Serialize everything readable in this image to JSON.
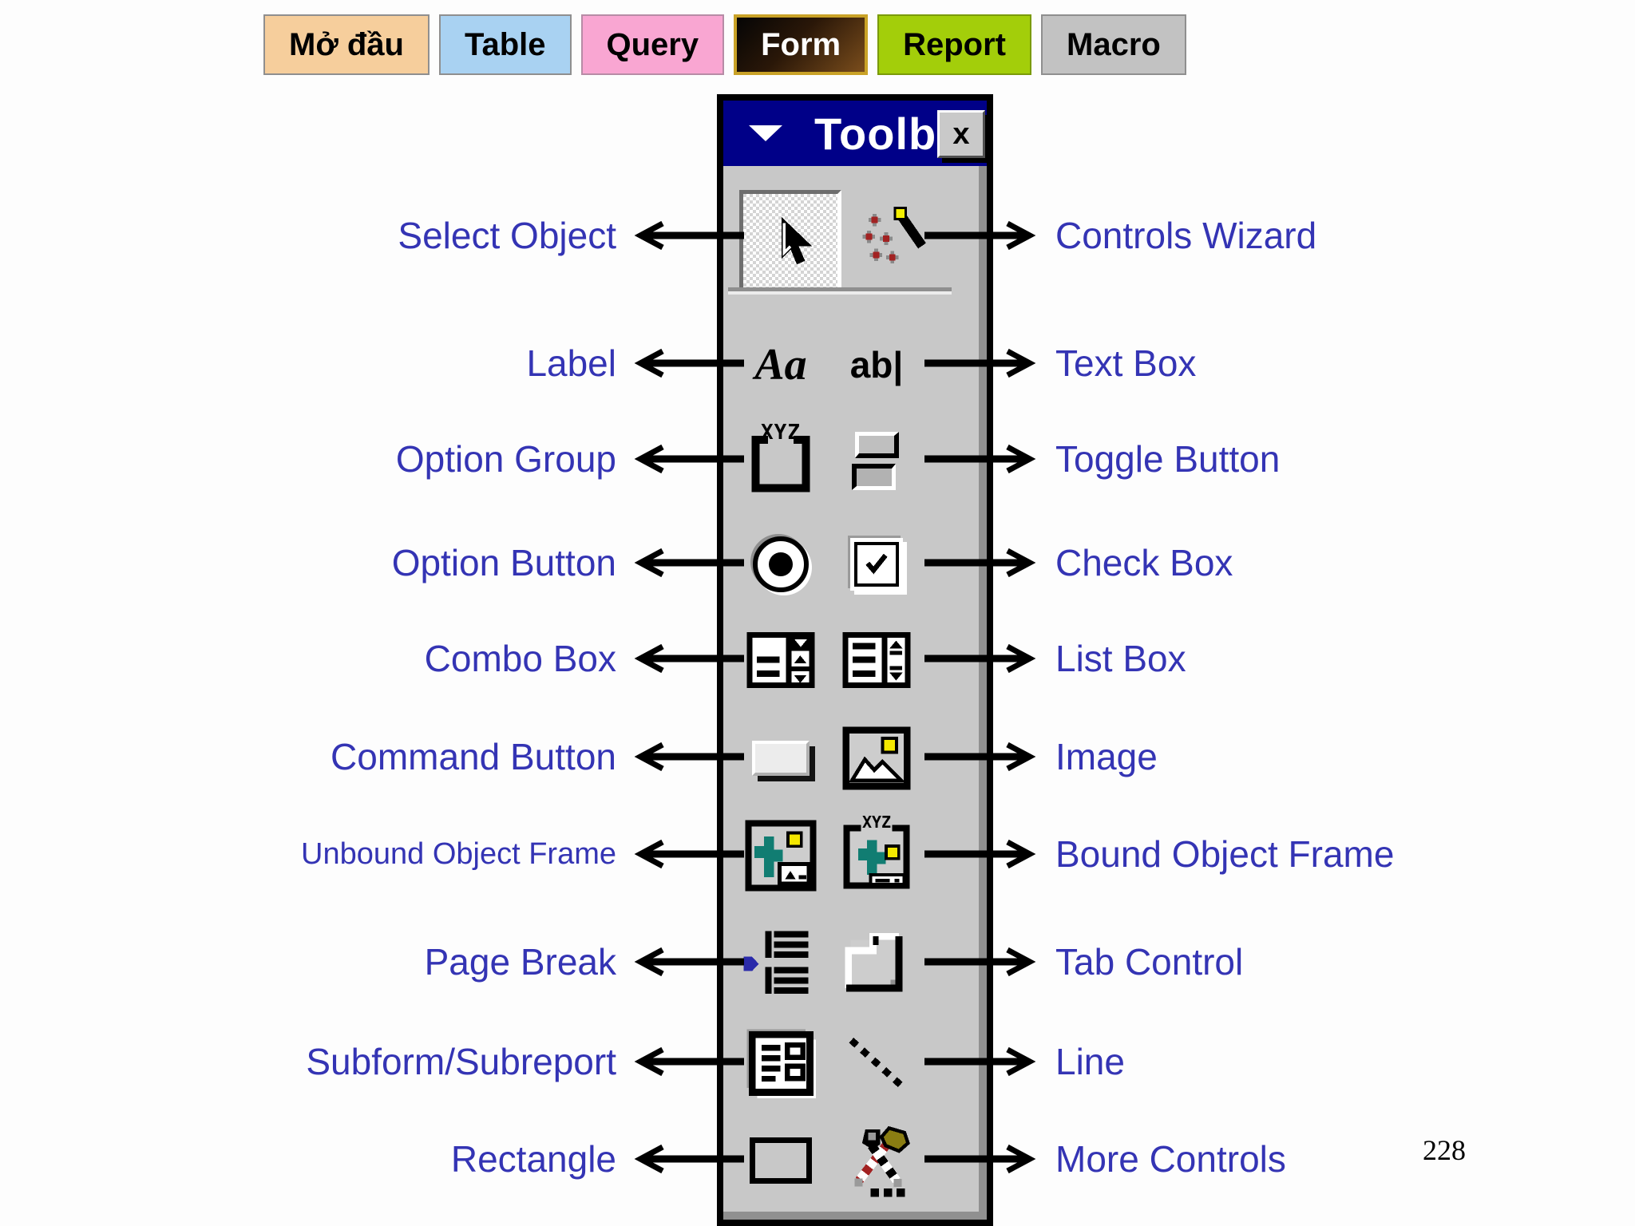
{
  "slide": {
    "page_number": "228"
  },
  "tabs": [
    {
      "label": "Mở đầu",
      "bg": "#F6CE9C"
    },
    {
      "label": "Table",
      "bg": "#A9D2F2"
    },
    {
      "label": "Query",
      "bg": "#F9A6D2"
    },
    {
      "label": "Form",
      "bg": "#2A1708",
      "fg": "#FFFFFF",
      "border": "#C9A227"
    },
    {
      "label": "Report",
      "bg": "#A3CE0A"
    },
    {
      "label": "Macro",
      "bg": "#C2C2C2"
    }
  ],
  "toolbox": {
    "title": "Toolb",
    "close_label": "x",
    "glyphs": {
      "label_tool": "Aa",
      "textbox_tool": "ab|",
      "option_group": "xyz",
      "bound_frame": "xyz"
    },
    "tools": [
      "Select Object",
      "Controls Wizard",
      "Label",
      "Text Box",
      "Option Group",
      "Toggle Button",
      "Option Button",
      "Check Box",
      "Combo Box",
      "List Box",
      "Command Button",
      "Image",
      "Unbound Object Frame",
      "Bound Object Frame",
      "Page Break",
      "Tab Control",
      "Subform/Subreport",
      "Line",
      "Rectangle",
      "More Controls"
    ]
  },
  "labels": {
    "left": [
      "Select Object",
      "Label",
      "Option Group",
      "Option Button",
      "Combo Box",
      "Command Button",
      "Unbound Object Frame",
      "Page Break",
      "Subform/Subreport",
      "Rectangle"
    ],
    "right": [
      "Controls Wizard",
      "Text Box",
      "Toggle Button",
      "Check Box",
      "List Box",
      "Image",
      "Bound Object Frame",
      "Tab Control",
      "Line",
      "More Controls"
    ]
  },
  "colors": {
    "label_text": "#3434B4",
    "titlebar": "#000088",
    "toolbox_face": "#C8C8C8",
    "cactus": "#117D72",
    "sun": "#F4E800",
    "wand_tip": "#F4EF00",
    "sparkle": "#A22222",
    "page_break_marker": "#2A2AAA",
    "hammer_head": "#8A7D12"
  }
}
